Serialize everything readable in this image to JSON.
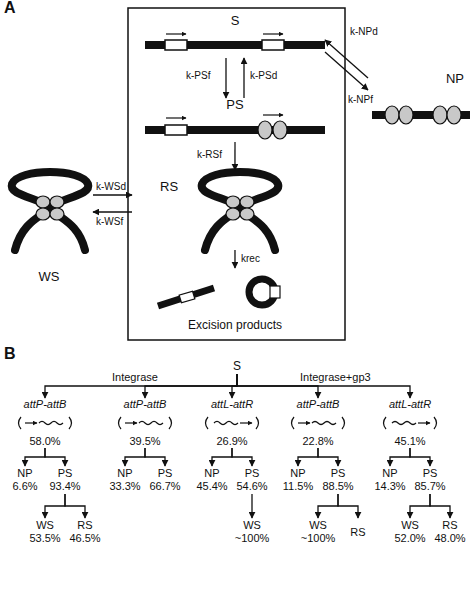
{
  "diagram": {
    "nodes": [
      {
        "text": [
          "S"
        ]
      },
      {
        "text": [
          "PS"
        ]
      },
      {
        "text": [
          "RS"
        ]
      },
      {
        "text": [
          "Excision products"
        ]
      },
      {
        "text": [
          "WS"
        ]
      },
      {
        "text": [
          "NP"
        ]
      },
      {
        "text": [
          "S"
        ]
      },
      {
        "text": [
          "attP-attB",
          "58.0%"
        ]
      },
      {
        "text": [
          "attP-attB",
          "39.5%"
        ]
      },
      {
        "text": [
          "attL-attR",
          "26.9%"
        ]
      },
      {
        "text": [
          "attP-attB",
          "22.8%"
        ]
      },
      {
        "text": [
          "attL-attR",
          "45.1%"
        ]
      },
      {
        "text": [
          "NP",
          "6.6%"
        ]
      },
      {
        "text": [
          "PS",
          "93.4%"
        ]
      },
      {
        "text": [
          "NP",
          "33.3%"
        ]
      },
      {
        "text": [
          "PS",
          "66.7%"
        ]
      },
      {
        "text": [
          "NP",
          "45.4%"
        ]
      },
      {
        "text": [
          "PS",
          "54.6%"
        ]
      },
      {
        "text": [
          "NP",
          "11.5%"
        ]
      },
      {
        "text": [
          "PS",
          "88.5%"
        ]
      },
      {
        "text": [
          "NP",
          "14.3%"
        ]
      },
      {
        "text": [
          "PS",
          "85.7%"
        ]
      },
      {
        "text": [
          "WS",
          "53.5%"
        ]
      },
      {
        "text": [
          "RS",
          "46.5%"
        ]
      },
      {
        "text": [
          "WS",
          "~100%"
        ]
      },
      {
        "text": [
          "WS",
          "~100%"
        ]
      },
      {
        "text": [
          "RS"
        ]
      },
      {
        "text": [
          "WS",
          "52.0%"
        ]
      },
      {
        "text": [
          "RS",
          "48.0%"
        ]
      }
    ],
    "edges": [
      {
        "from": 0,
        "to": 1,
        "label": "k-PSf",
        "arrow": "to"
      },
      {
        "from": 1,
        "to": 0,
        "label": "k-PSd",
        "arrow": "to"
      },
      {
        "from": 1,
        "to": 2,
        "label": "k-RSf",
        "arrow": "to"
      },
      {
        "from": 2,
        "to": 3,
        "label": "krec",
        "arrow": "to"
      },
      {
        "from": 4,
        "to": 2,
        "label": "k-WSd",
        "arrow": "to"
      },
      {
        "from": 2,
        "to": 4,
        "label": "k-WSf",
        "arrow": "to"
      },
      {
        "from": 5,
        "to": 0,
        "label": "k-NPd",
        "arrow": "to"
      },
      {
        "from": 0,
        "to": 5,
        "label": "k-NPf",
        "arrow": "to"
      },
      {
        "from": 6,
        "to": 7,
        "arrow": "to"
      },
      {
        "from": 6,
        "to": 8,
        "arrow": "to"
      },
      {
        "from": 6,
        "to": 9,
        "arrow": "to"
      },
      {
        "from": 6,
        "to": 10,
        "arrow": "to"
      },
      {
        "from": 6,
        "to": 11,
        "arrow": "to"
      },
      {
        "from": 7,
        "to": 12,
        "arrow": "to"
      },
      {
        "from": 7,
        "to": 13,
        "arrow": "to"
      },
      {
        "from": 8,
        "to": 14,
        "arrow": "to"
      },
      {
        "from": 8,
        "to": 15,
        "arrow": "to"
      },
      {
        "from": 9,
        "to": 16,
        "arrow": "to"
      },
      {
        "from": 9,
        "to": 17,
        "arrow": "to"
      },
      {
        "from": 10,
        "to": 18,
        "arrow": "to"
      },
      {
        "from": 10,
        "to": 19,
        "arrow": "to"
      },
      {
        "from": 11,
        "to": 20,
        "arrow": "to"
      },
      {
        "from": 11,
        "to": 21,
        "arrow": "to"
      },
      {
        "from": 13,
        "to": 22,
        "arrow": "to"
      },
      {
        "from": 13,
        "to": 23,
        "arrow": "to"
      },
      {
        "from": 17,
        "to": 24,
        "arrow": "to"
      },
      {
        "from": 19,
        "to": 25,
        "arrow": "to"
      },
      {
        "from": 19,
        "to": 26,
        "arrow": "to"
      },
      {
        "from": 21,
        "to": 27,
        "arrow": "to"
      },
      {
        "from": 21,
        "to": 28,
        "arrow": "to"
      }
    ],
    "labels": [
      "A",
      "B",
      "Integrase",
      "Integrase+gp3"
    ]
  }
}
